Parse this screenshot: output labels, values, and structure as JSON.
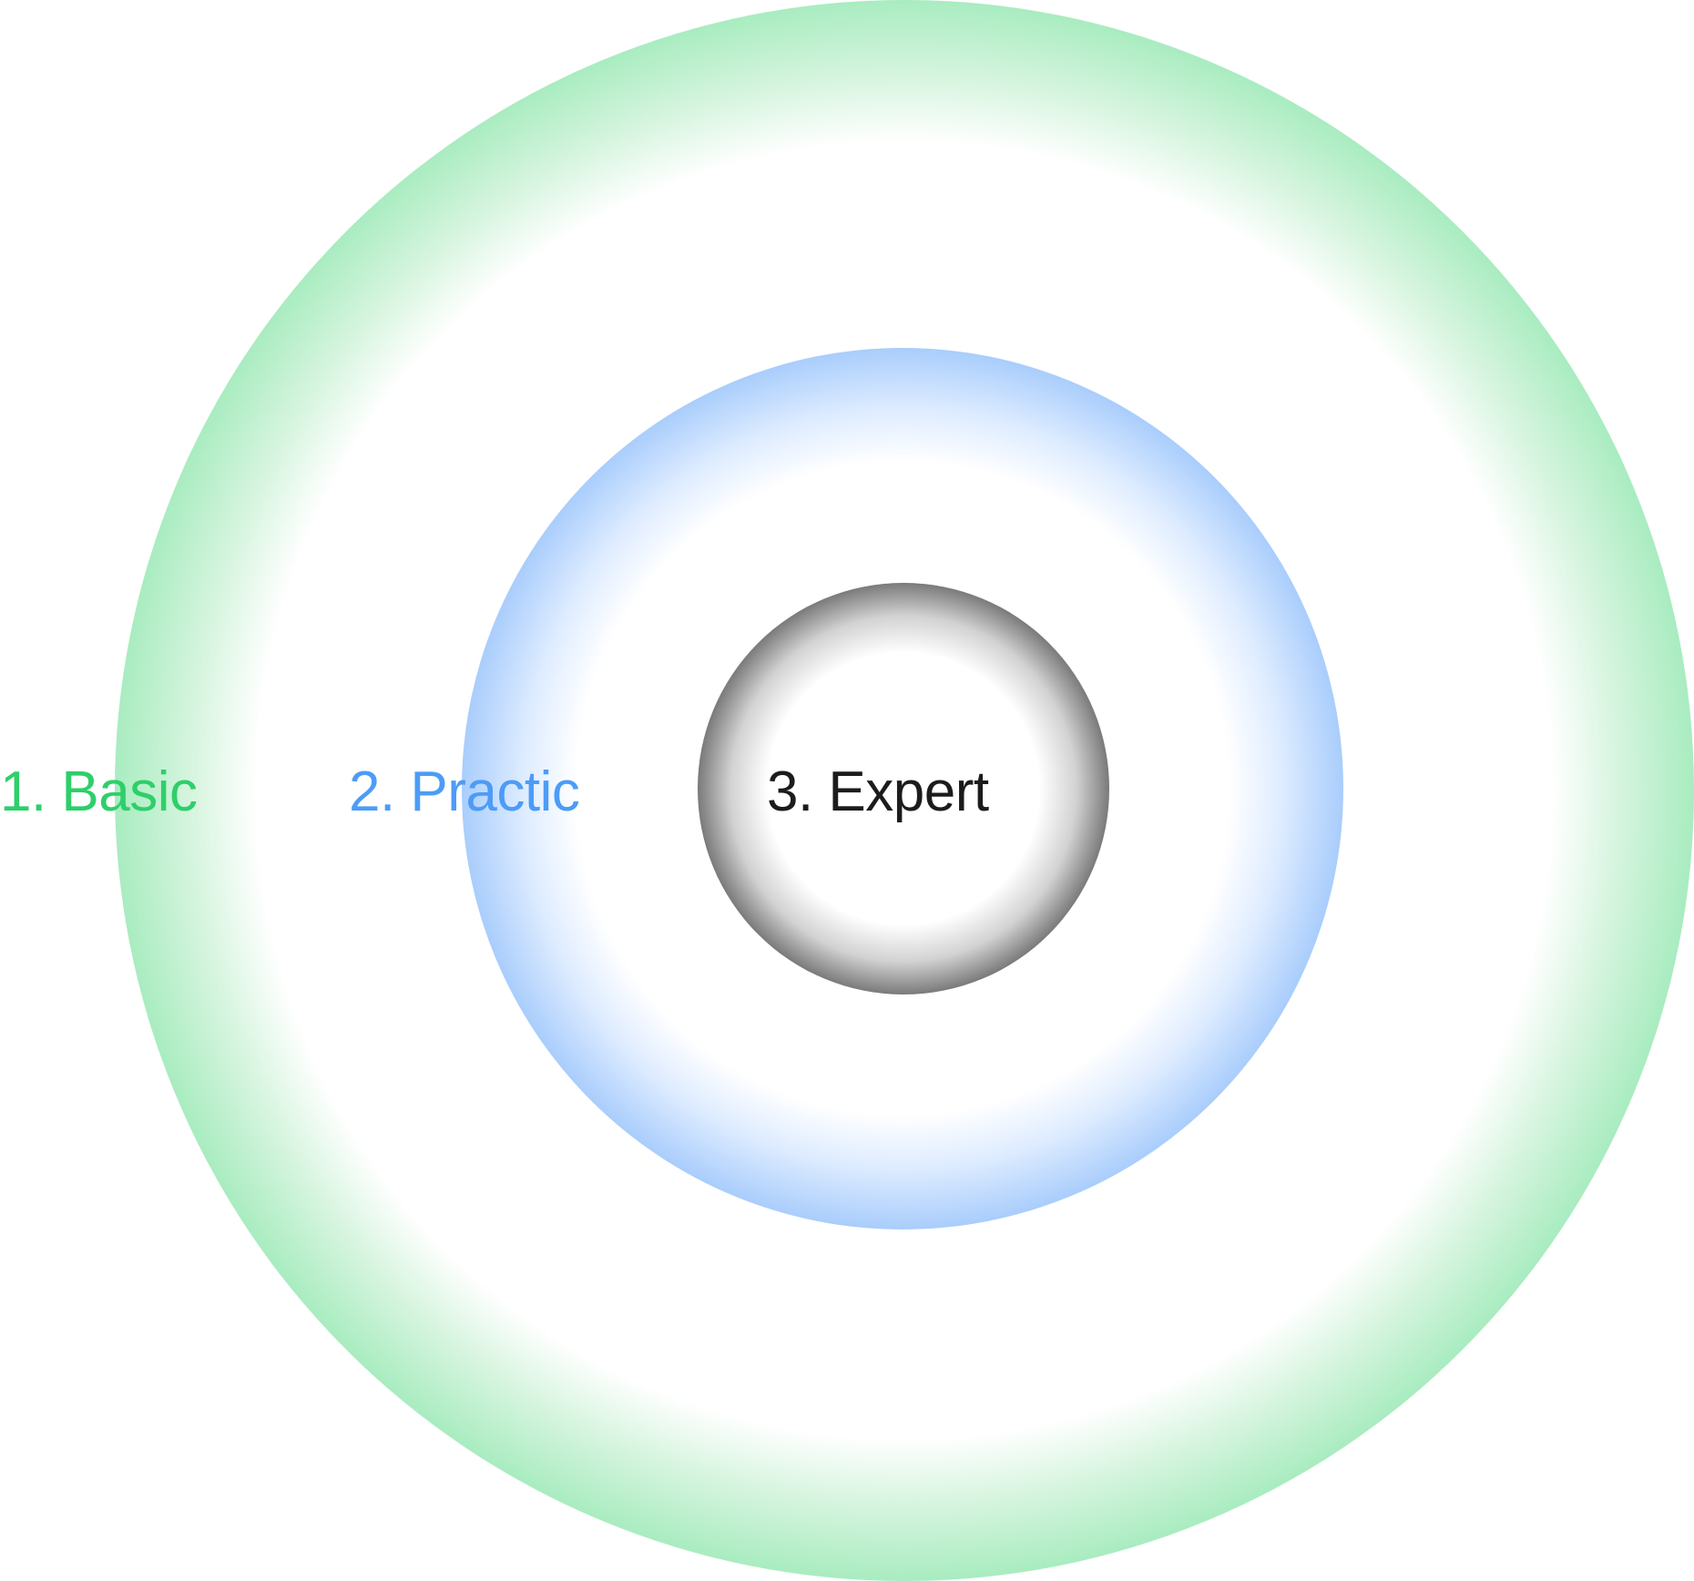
{
  "levels": [
    {
      "label": "1. Basic",
      "color": "#2ecf6a"
    },
    {
      "label": "2. Practic",
      "color": "#4c9cf7"
    },
    {
      "label": "3. Expert",
      "color": "#1c1c1c"
    }
  ]
}
